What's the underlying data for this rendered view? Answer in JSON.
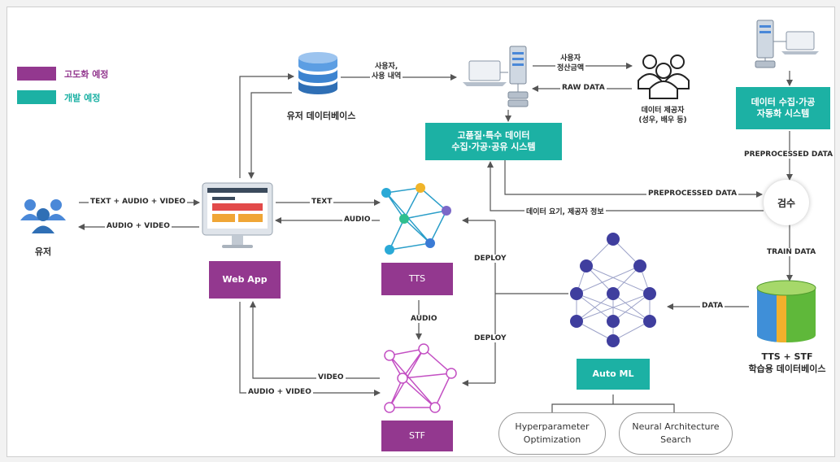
{
  "legend": {
    "upgrade": {
      "label": "고도화 예정",
      "color": "#93388f"
    },
    "develop": {
      "label": "개발 예정",
      "color": "#1cb1a4"
    }
  },
  "nodes": {
    "user": "유저",
    "user_db": "유저 데이터베이스",
    "web_app": "Web App",
    "tts": "TTS",
    "stf": "STF",
    "auto_ml": "Auto ML",
    "hq_system": "고품질·특수 데이터\n수집·가공·공유 시스템",
    "auto_system": "데이터 수집·가공\n자동화 시스템",
    "provider": "데이터 제공자\n(성우, 배우 등)",
    "inspection": "검수",
    "train_db": "TTS + STF\n학습용 데이터베이스",
    "hpo": "Hyperparameter\nOptimization",
    "nas": "Neural Architecture\nSearch"
  },
  "edges": {
    "user_to_app": "TEXT + AUDIO + VIDEO",
    "app_to_user": "AUDIO + VIDEO",
    "app_to_tts": "TEXT",
    "tts_to_app": "AUDIO",
    "tts_to_stf": "AUDIO",
    "stf_to_app": "VIDEO",
    "app_to_stf": "AUDIO + VIDEO",
    "deploy_tts": "DEPLOY",
    "deploy_stf": "DEPLOY",
    "db_to_system": "사용자,\n사용 내역",
    "system_to_provider": "사용자\n정산금액",
    "provider_to_system": "RAW DATA",
    "inspection_to_hq": "PREPROCESSED DATA",
    "auto_to_inspection": "PREPROCESSED DATA",
    "hq_to_inspection": "데이터 요기, 제공자 정보",
    "inspection_to_train": "TRAIN DATA",
    "train_to_ml": "DATA"
  },
  "colors": {
    "purple": "#93388f",
    "teal": "#1cb1a4",
    "neuron": "#3f3e9e",
    "db_blue": "#2f6fb5"
  },
  "icons": [
    "users-icon",
    "browser-monitor-icon",
    "database-icon",
    "laptop-server-icon",
    "people-group-icon",
    "neural-network-icon",
    "stacked-database-icon"
  ]
}
